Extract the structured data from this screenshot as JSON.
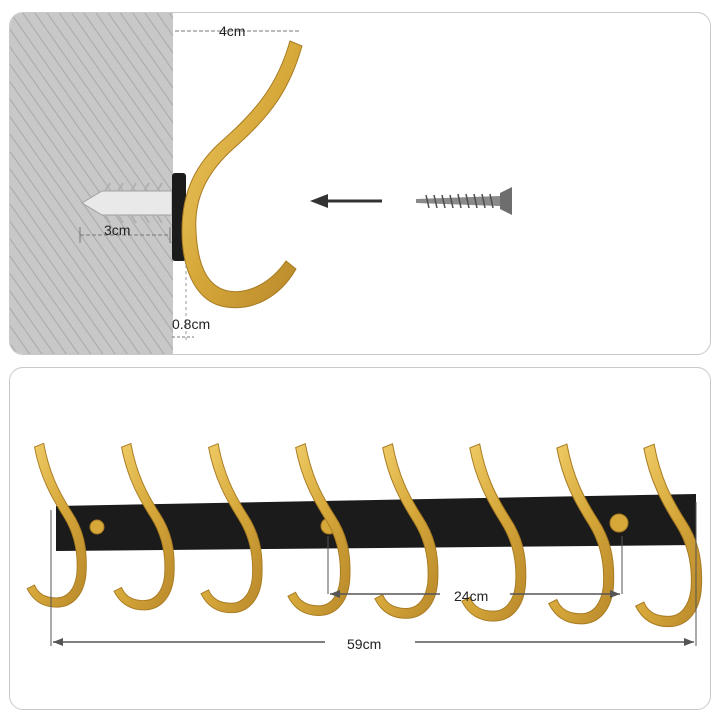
{
  "detail_view": {
    "width_label": "4cm",
    "anchor_depth_label": "3cm",
    "rail_thickness_label": "0.8cm"
  },
  "rail_view": {
    "hook_spacing_label": "24cm",
    "total_length_label": "59cm",
    "hook_count": 8
  },
  "colors": {
    "brass": "#d6a83a",
    "rail": "#1b1b1b",
    "wall": "#c4c4c4",
    "arrow": "#333333"
  }
}
